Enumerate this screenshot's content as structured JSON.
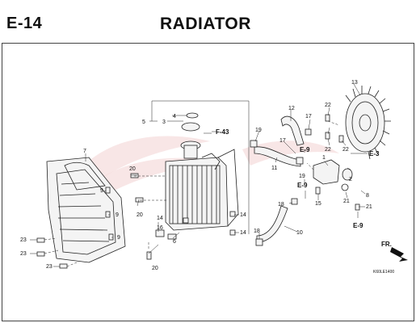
{
  "header": {
    "section_code": "E-14",
    "section_title": "RADIATOR"
  },
  "callouts": [
    {
      "id": "c1",
      "text": "1"
    },
    {
      "id": "c2",
      "text": "2"
    },
    {
      "id": "c3",
      "text": "3"
    },
    {
      "id": "c4",
      "text": "4"
    },
    {
      "id": "c5",
      "text": "5"
    },
    {
      "id": "c6",
      "text": "6"
    },
    {
      "id": "c7",
      "text": "7"
    },
    {
      "id": "c8",
      "text": "8"
    },
    {
      "id": "c9a",
      "text": "9"
    },
    {
      "id": "c9b",
      "text": "9"
    },
    {
      "id": "c9c",
      "text": "9"
    },
    {
      "id": "c10",
      "text": "10"
    },
    {
      "id": "c11",
      "text": "11"
    },
    {
      "id": "c12",
      "text": "12"
    },
    {
      "id": "c13",
      "text": "13"
    },
    {
      "id": "c14a",
      "text": "14"
    },
    {
      "id": "c14b",
      "text": "14"
    },
    {
      "id": "c14c",
      "text": "14"
    },
    {
      "id": "c15",
      "text": "15"
    },
    {
      "id": "c16",
      "text": "16"
    },
    {
      "id": "c17a",
      "text": "17"
    },
    {
      "id": "c17b",
      "text": "17"
    },
    {
      "id": "c18a",
      "text": "18"
    },
    {
      "id": "c18b",
      "text": "18"
    },
    {
      "id": "c19a",
      "text": "19"
    },
    {
      "id": "c19b",
      "text": "19"
    },
    {
      "id": "c20a",
      "text": "20"
    },
    {
      "id": "c20b",
      "text": "20"
    },
    {
      "id": "c20c",
      "text": "20"
    },
    {
      "id": "c21a",
      "text": "21"
    },
    {
      "id": "c21b",
      "text": "21"
    },
    {
      "id": "c22a",
      "text": "22"
    },
    {
      "id": "c22b",
      "text": "22"
    },
    {
      "id": "c22c",
      "text": "22"
    },
    {
      "id": "c23a",
      "text": "23"
    },
    {
      "id": "c23b",
      "text": "23"
    },
    {
      "id": "c23c",
      "text": "23"
    }
  ],
  "references": [
    {
      "id": "f43",
      "text": "F-43"
    },
    {
      "id": "e9a",
      "text": "E-9"
    },
    {
      "id": "e9b",
      "text": "E-9"
    },
    {
      "id": "e9c",
      "text": "E-9"
    },
    {
      "id": "e3",
      "text": "E-3"
    }
  ],
  "direction_label": "FR.",
  "diagram_code": "K60LE1400"
}
